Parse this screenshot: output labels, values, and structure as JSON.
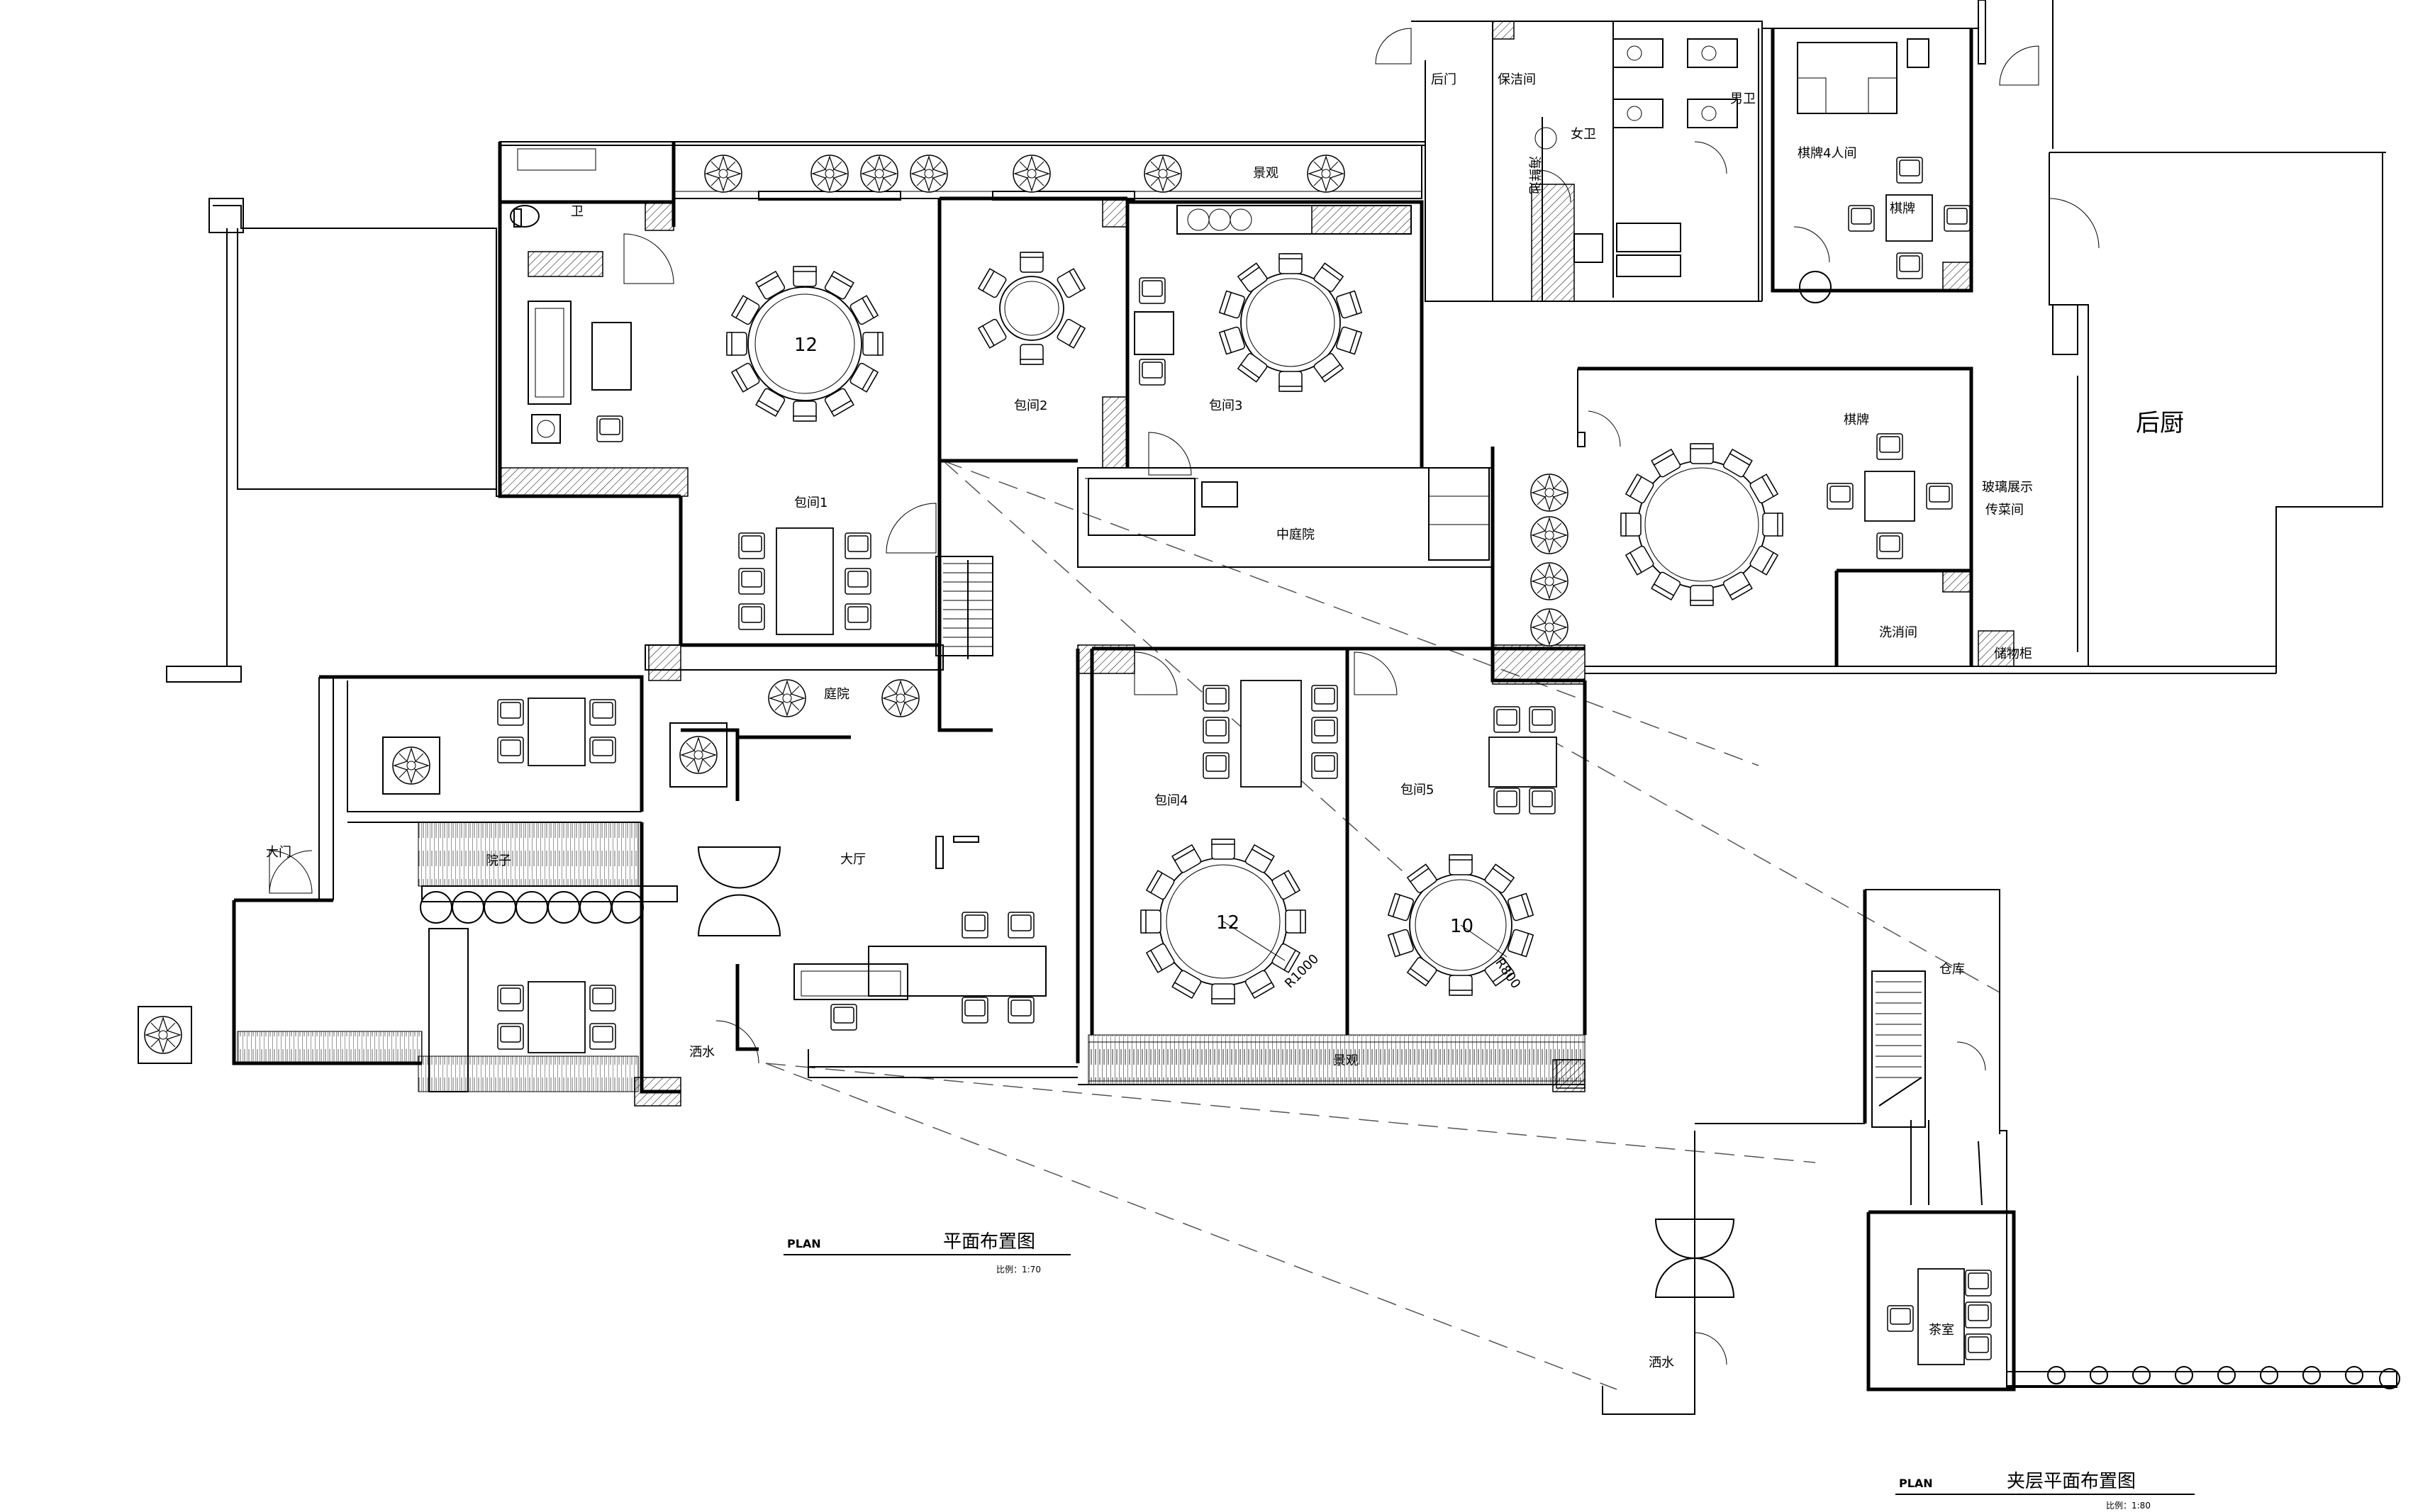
{
  "plans": {
    "main": {
      "plan_label": "PLAN",
      "title": "平面布置图",
      "scale": "比例：1:70"
    },
    "mezzanine": {
      "plan_label": "PLAN",
      "title": "夹层平面布置图",
      "scale": "比例：1:80"
    }
  },
  "rooms": {
    "toilet": "卫",
    "landscape_top": "景观",
    "room1": "包间1",
    "room2": "包间2",
    "room3": "包间3",
    "courtyard_center": "中庭院",
    "back_door": "后门",
    "cleaning": "保洁间",
    "seafood_pool": "海鲜池",
    "womens": "女卫",
    "mens": "男卫",
    "chess4": "棋牌4人间",
    "chess4_table": "棋牌",
    "back_kitchen": "后厨",
    "chess": "棋牌",
    "glass_display": "玻璃展示",
    "serving_room": "传菜间",
    "dishwash": "洗消间",
    "storage_cabinet": "储物柜",
    "garden": "庭院",
    "main_gate": "大门",
    "yard": "院子",
    "hall": "大厅",
    "water_feature": "洒水",
    "room4": "包间4",
    "room5": "包间5",
    "landscape_bottom": "景观",
    "warehouse": "仓库",
    "tea_room": "茶室",
    "water_feature_mezz": "洒水"
  },
  "table_labels": {
    "room1_seats": "12",
    "room4_seats": "12",
    "room5_seats": "10",
    "room4_radius": "R1000",
    "room5_radius": "R800"
  }
}
